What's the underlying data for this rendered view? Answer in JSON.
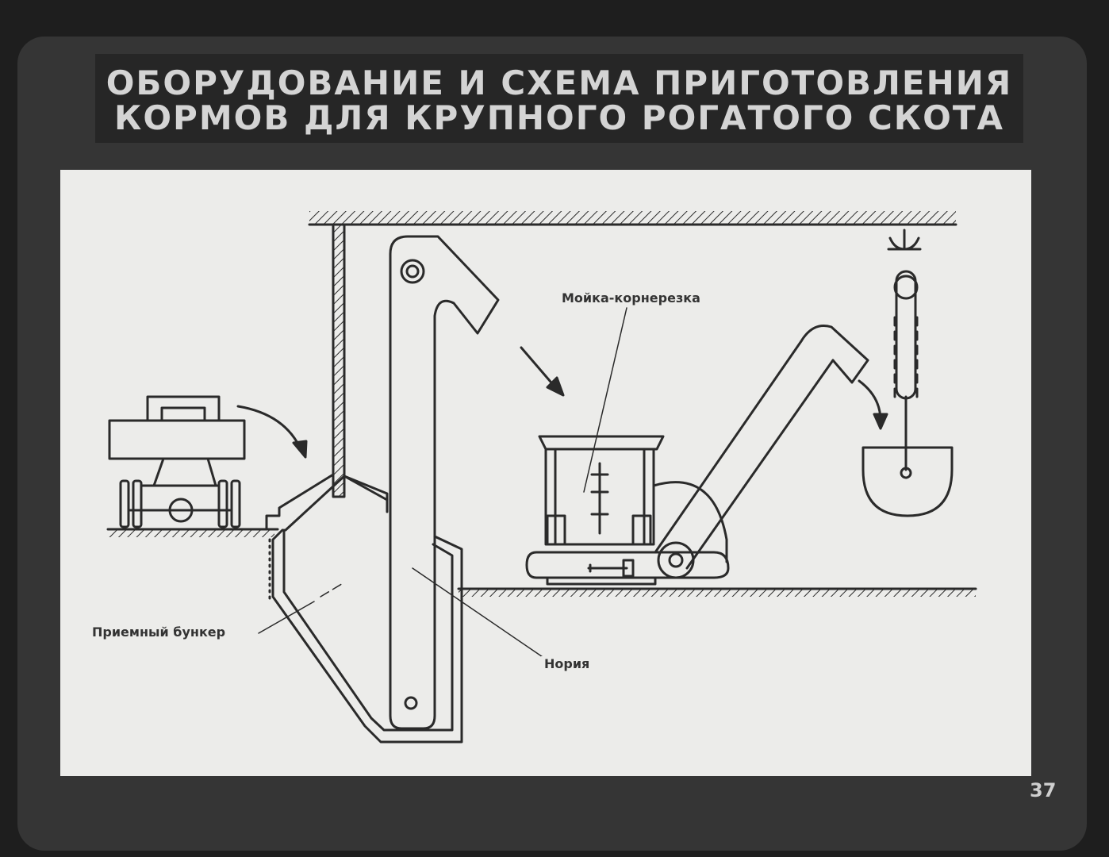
{
  "title": {
    "line1": "ОБОРУДОВАНИЕ И СХЕМА ПРИГОТОВЛЕНИЯ",
    "line2": "КОРМОВ ДЛЯ КРУПНОГО РОГАТОГО СКОТА"
  },
  "labels": {
    "washer": "Мойка-корнерезка",
    "hopper": "Приемный бункер",
    "elevator": "Нория"
  },
  "slide_number": "37",
  "colors": {
    "background": "#1e1e1e",
    "frame": "#353535",
    "panel": "#ececea",
    "line": "#2a2a2a",
    "title_text": "#d4d4d4"
  }
}
